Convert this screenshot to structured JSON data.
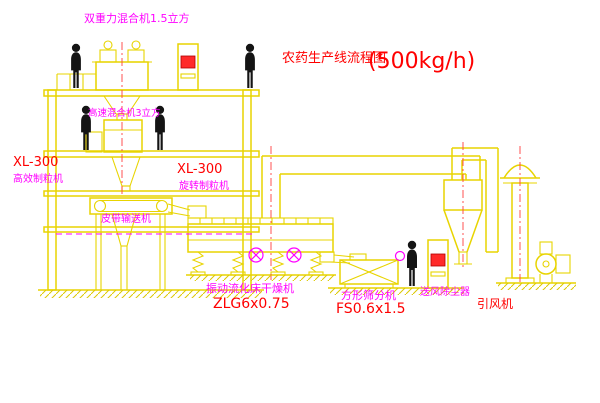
{
  "title": {
    "name": "农药生产线流程图",
    "capacity": "(500kg/h)"
  },
  "labels": {
    "double_gravity_mixer": "双重力混合机1.5立方",
    "high_speed_mixer": "高速混合机3立方",
    "granulator_left_model": "XL-300",
    "granulator_left_name": "高效制粒机",
    "granulator_right_model": "XL-300",
    "granulator_right_name": "旋转制粒机",
    "belt_conveyor": "皮带输送机",
    "dryer_name": "振动流化床干燥机",
    "dryer_model": "ZLG6x0.75",
    "sifter_name": "方形筛分机",
    "sifter_model": "FS0.6x1.5",
    "dust_collector": "送风除尘器",
    "induced_fan": "引风机"
  },
  "colors": {
    "background": "#ffffff",
    "cad_yellow": "#e8d400",
    "label_red": "#ff0000",
    "label_magenta": "#ff00ff",
    "silhouette_black": "#141414"
  }
}
